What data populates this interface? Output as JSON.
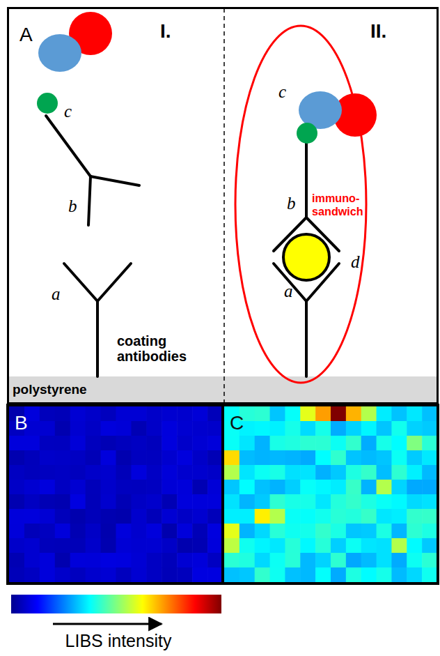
{
  "diagram": {
    "nodes": [
      {
        "text": [
          "A"
        ]
      },
      {
        "text": [
          "immuno- sandwich"
        ],
        "in": 0
      },
      {
        "text": [
          "B"
        ]
      },
      {
        "text": [
          "C"
        ]
      }
    ],
    "labels": [
      "I.",
      "II.",
      "c",
      "b",
      "a",
      "coating antibodies",
      "c",
      "b",
      "d",
      "a",
      "polystyrene"
    ],
    "legend": [
      {
        "text": "LIBS intensity"
      }
    ]
  }
}
